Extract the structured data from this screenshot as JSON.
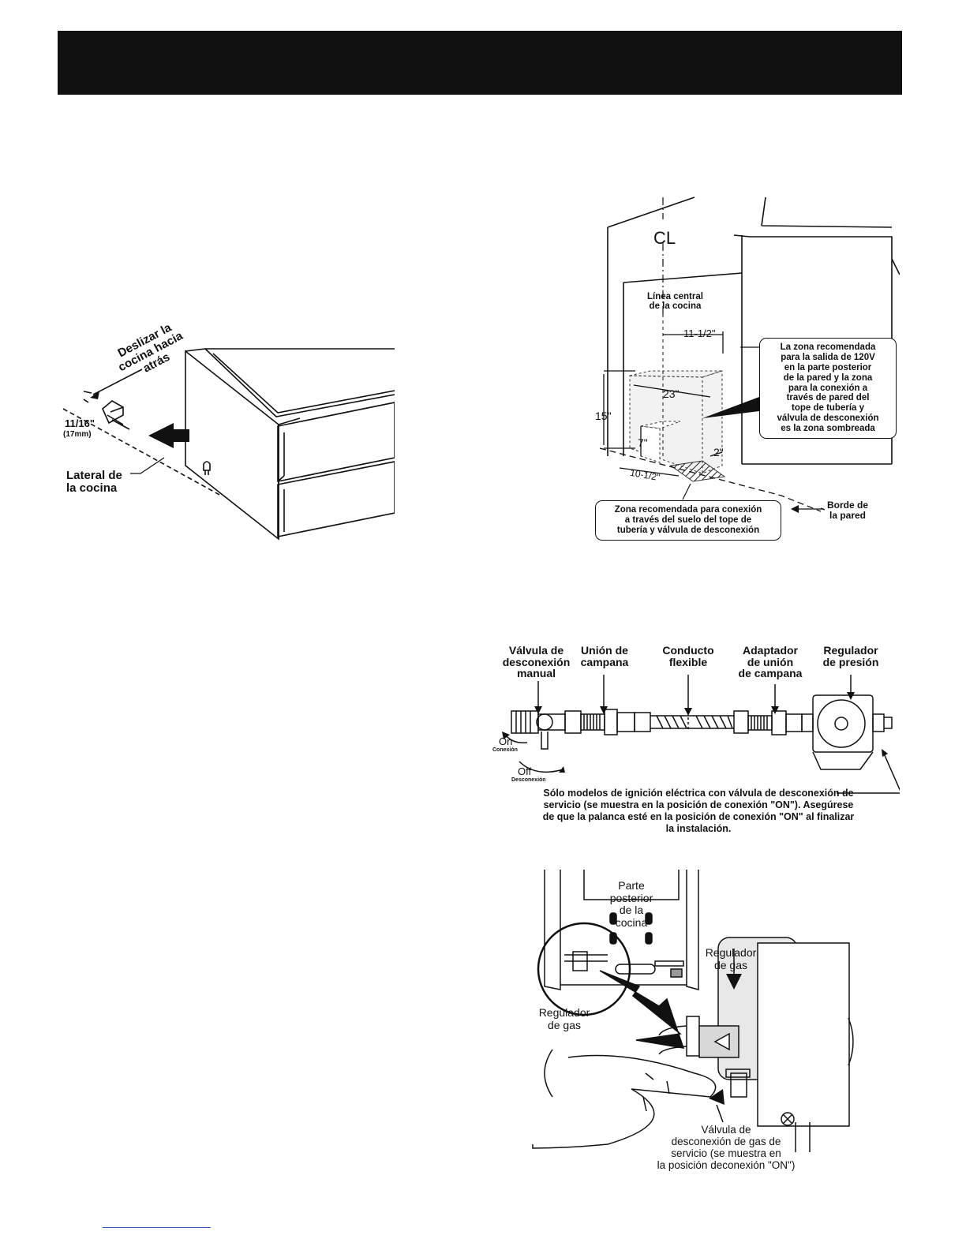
{
  "fig_slide": {
    "arrow_label": "Deslizar la\ncocina hacia\natrás",
    "dim": "11/16\"",
    "dim_mm": "(17mm)",
    "side_label": "Lateral de\nla cocina"
  },
  "fig_zone": {
    "cl_symbol": "CL",
    "centerline": "Línea central\nde la cocina",
    "d_11_5": "11-1/2\"",
    "d_23": "23\"",
    "d_15": "15\"",
    "d_7": "7\"",
    "d_2": "2\"",
    "d_10_5": "10-1/2\"",
    "wall_zone_note": "La zona recomendada\npara la salida de 120V\nen la parte posterior\nde la pared y la zona\npara la conexión a\ntravés de pared del\ntope de tubería y\nválvula de desconexión\nes la zona sombreada",
    "floor_zone_note": "Zona recomendada para conexión\na través del suelo del tope de\ntubería y válvula de desconexión",
    "wall_edge": "Borde de\nla pared"
  },
  "fig_parts": {
    "labels": [
      "Válvula de\ndesconexión\nmanual",
      "Unión de\ncampana",
      "Conducto\nflexible",
      "Adaptador\nde unión\nde campana",
      "Regulador\nde presión"
    ],
    "on": "On",
    "on_sub": "Conexión",
    "off": "Off",
    "off_sub": "Desconexión",
    "note": "Sólo modelos de ignición eléctrica con válvula de desconexión de\nservicio (se muestra en la posición de conexión \"ON\"). Asegúrese\nde que la palanca esté en la posición de conexión \"ON\" al finalizar\nla instalación."
  },
  "fig_regulator": {
    "back_label": "Parte\nposterior\nde la\ncocina",
    "regulator_left": "Regulador\nde gas",
    "regulator_right": "Regulador\nde gas",
    "valve_note": "Válvula de\ndesconexión de gas de\nservicio (se muestra en\nla posición deconexión \"ON\")"
  }
}
